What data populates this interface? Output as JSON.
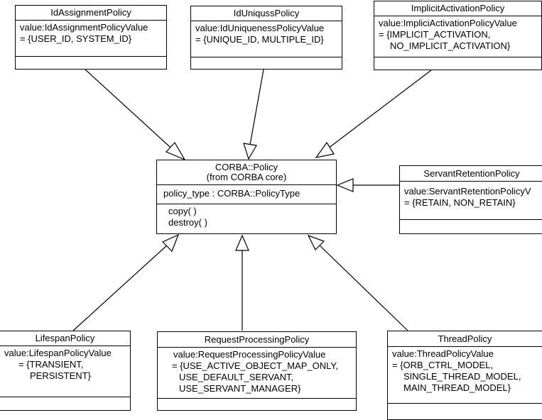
{
  "classes": {
    "id_assignment": {
      "name": "IdAssignmentPolicy",
      "attr1": "value:IdAssignmentPolicyValue",
      "attr2": "= {USER_ID, SYSTEM_ID}"
    },
    "id_uniqueness": {
      "name": "IdUniqussPolicy",
      "attr1": "value:IdUniquenessPolicyValue",
      "attr2": "= {UNIQUE_ID, MULTIPLE_ID}"
    },
    "implicit_activation": {
      "name": "ImplicitActivationPolicy",
      "attr1": "value:ImpliciActivationPolicyValue",
      "attr2": "= {IMPLICIT_ACTIVATION,",
      "attr3": "NO_IMPLICIT_ACTIVATION}"
    },
    "corba_policy": {
      "name1": "CORBA::Policy",
      "name2": "(from CORBA core)",
      "attr1": "policy_type : CORBA::PolicyType",
      "op1": "copy( )",
      "op2": "destroy( )"
    },
    "servant_retention": {
      "name": "ServantRetentionPolicy",
      "attr1": "value:ServantRetentionPolicyV",
      "attr2": "= {RETAIN, NON_RETAIN}"
    },
    "lifespan": {
      "name": "LifespanPolicy",
      "attr1": "value:LifespanPolicyValue",
      "attr2": "= {TRANSIENT,",
      "attr3": "PERSISTENT}"
    },
    "request_processing": {
      "name": "RequestProcessingPolicy",
      "attr1": "value:RequestProcessingPolicyValue",
      "attr2": "= {USE_ACTIVE_OBJECT_MAP_ONLY,",
      "attr3": "USE_DEFAULT_SERVANT,",
      "attr4": "USE_SERVANT_MANAGER}"
    },
    "thread": {
      "name": "ThreadPolicy",
      "attr1": "value:ThreadPolicyValue",
      "attr2": "= {ORB_CTRL_MODEL,",
      "attr3": "SINGLE_THREAD_MODEL,",
      "attr4": "MAIN_THREAD_MODEL}"
    }
  },
  "colors": {
    "line": "#000000",
    "background": "#ffffff"
  }
}
